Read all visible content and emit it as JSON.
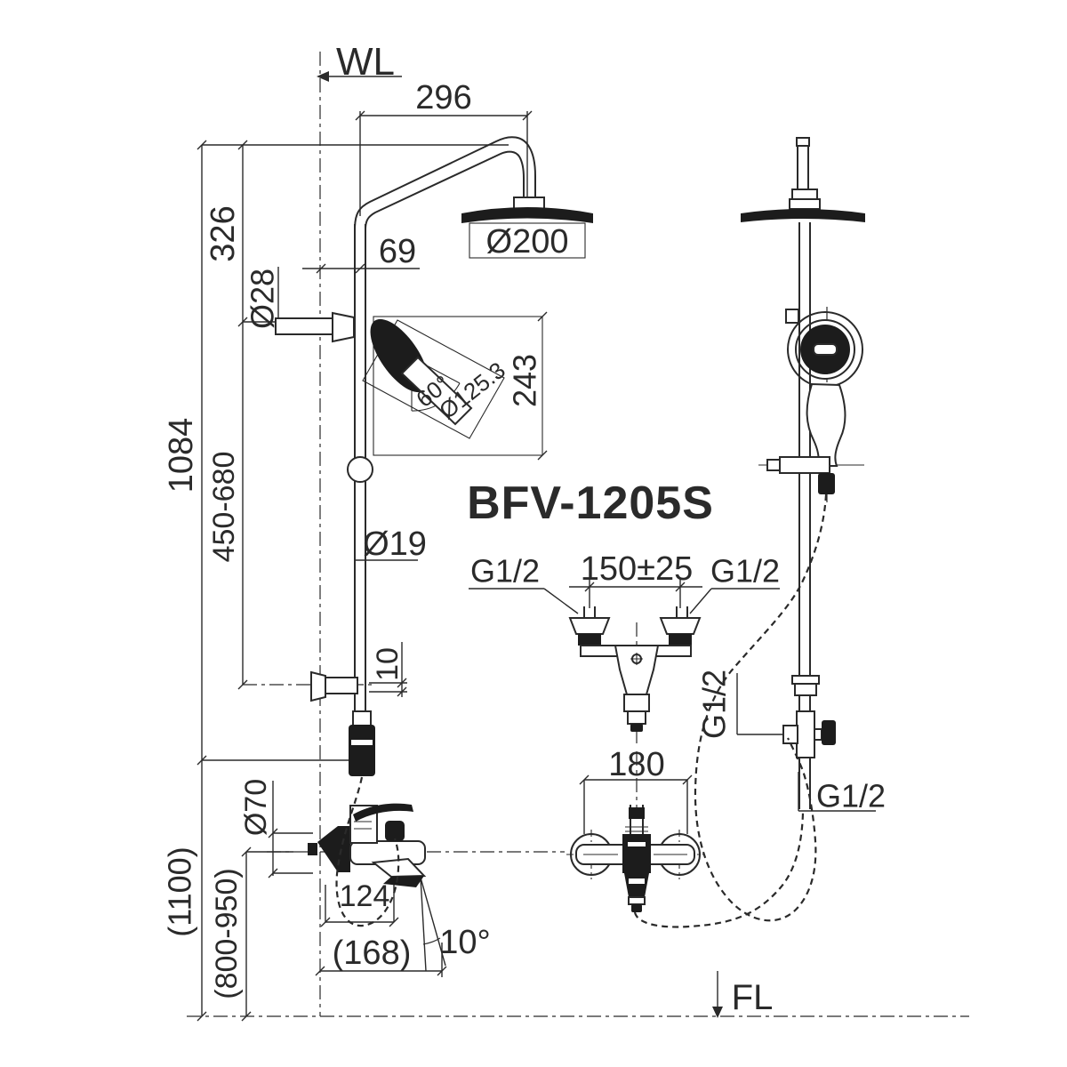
{
  "model": "BFV-1205S",
  "labels": {
    "wl": "WL",
    "fl": "FL",
    "dim_296": "296",
    "dim_326": "326",
    "dia_28": "Ø28",
    "dim_1084": "1084",
    "dim_450_680": "450-680",
    "dim_69": "69",
    "dia_200": "Ø200",
    "dim_243": "243",
    "dia_125_3": "Ø125.3",
    "angle_60": "60°",
    "dia_19": "Ø19",
    "dim_10": "10",
    "g12_top_left": "G1/2",
    "dim_150": "150±25",
    "g12_top_right": "G1/2",
    "dim_180": "180",
    "dia_70": "Ø70",
    "dim_1100": "(1100)",
    "dim_800_950": "(800-950)",
    "dim_124": "124",
    "dim_168": "(168)",
    "angle_10": "10°",
    "g12_mid": "G1/2",
    "g12_bottom": "G1/2"
  },
  "colors": {
    "line": "#2a2a2a",
    "dark": "#1c1c1c",
    "background": "#ffffff"
  }
}
